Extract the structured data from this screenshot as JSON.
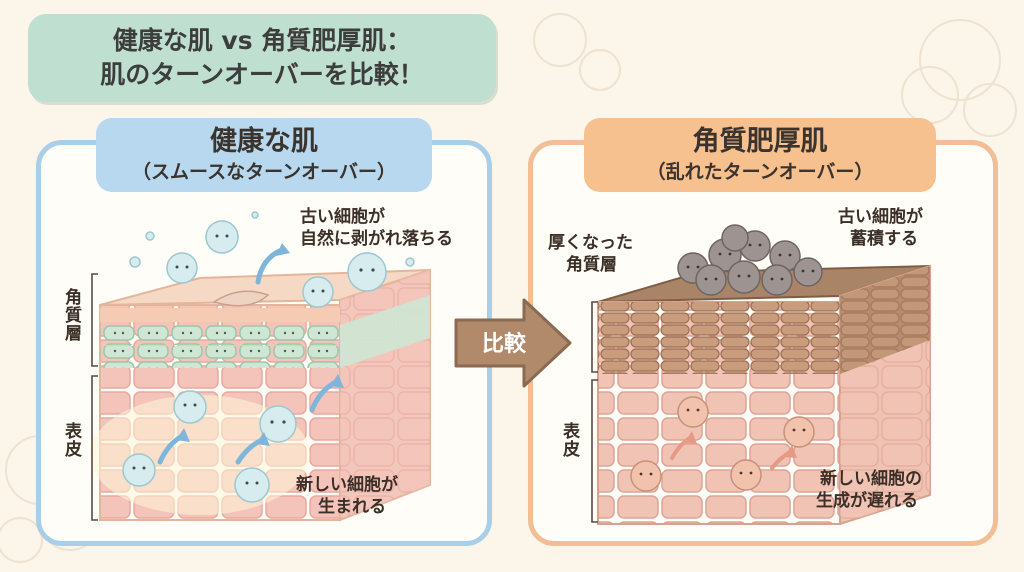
{
  "title": {
    "line1": "健康な肌 vs 角質肥厚肌：",
    "line2": "肌のターンオーバーを比較！"
  },
  "left_panel": {
    "title": "健康な肌",
    "subtitle": "（スムースなターンオーバー）",
    "annotation_top_line1": "古い細胞が",
    "annotation_top_line2": "自然に剥がれ落ちる",
    "annotation_bottom_line1": "新しい細胞が",
    "annotation_bottom_line2": "生まれる",
    "layer_label_stratum": "角質層",
    "layer_label_epidermis": "表皮",
    "accent_color": "#a9cfe8"
  },
  "compare_label": "比較",
  "right_panel": {
    "title": "角質肥厚肌",
    "subtitle": "（乱れたターンオーバー）",
    "annotation_thick_line1": "厚くなった",
    "annotation_thick_line2": "角質層",
    "annotation_top_line1": "古い細胞が",
    "annotation_top_line2": "蓄積する",
    "annotation_bottom_line1": "新しい細胞の",
    "annotation_bottom_line2": "生成が遅れる",
    "layer_label_epidermis": "表皮",
    "accent_color": "#f2be95"
  }
}
